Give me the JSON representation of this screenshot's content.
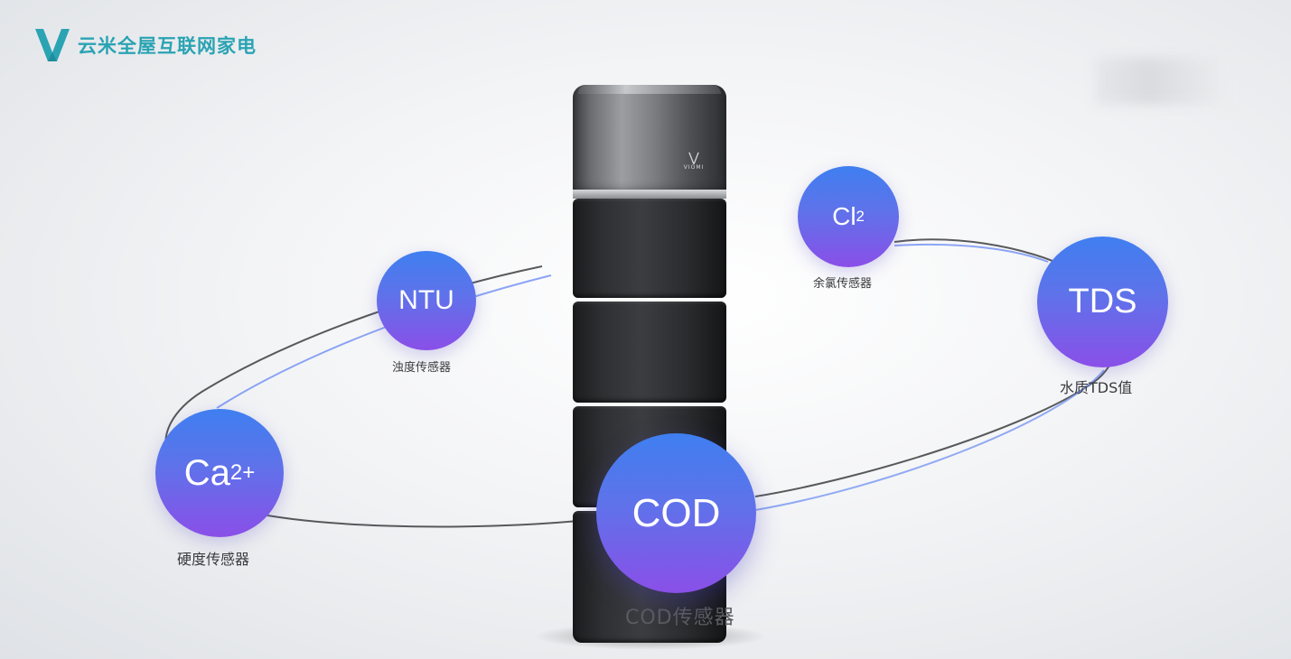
{
  "brand": {
    "name": "云米全屋互联网家电"
  },
  "device": {
    "logo_text": "VIOMI",
    "caption": "COD传感器"
  },
  "sensors": {
    "ntu": {
      "symbol": "NTU",
      "label": "浊度传感器"
    },
    "cl": {
      "symbol": "Cl",
      "subscript": "2",
      "label": "余氯传感器"
    },
    "tds": {
      "symbol": "TDS",
      "label": "水质TDS值"
    },
    "ca": {
      "symbol": "Ca",
      "superscript": "2+",
      "label": "硬度传感器"
    },
    "cod": {
      "symbol": "COD"
    }
  },
  "colors": {
    "brand": "#2aa3b3",
    "bubble_top": "#3f7ff0",
    "bubble_bottom": "#8a4fe8",
    "orbit_dark": "#3c3d40",
    "orbit_blue": "#6f8ff2"
  }
}
